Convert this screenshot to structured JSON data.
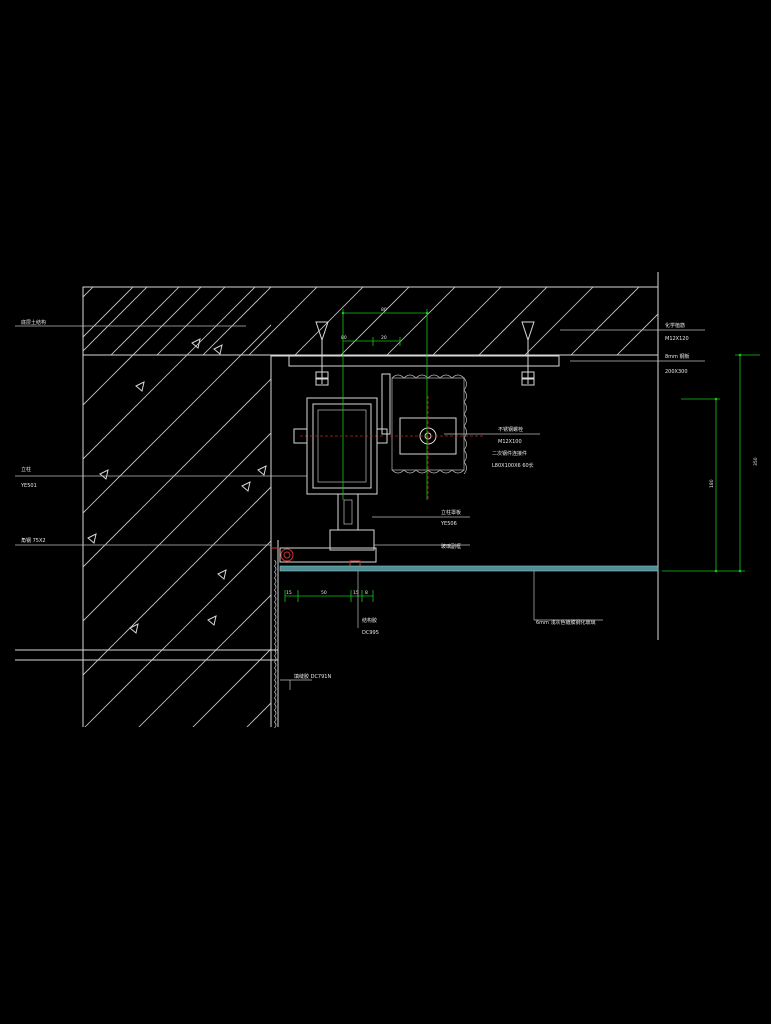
{
  "annotations": {
    "chemical_anchor": "化学植筋",
    "chemical_anchor_spec": "M12X120",
    "steel_plate": "8mm  钢板",
    "steel_plate_spec": "200X300",
    "top_left_note": "底层土结构",
    "column_label": "立柱",
    "column_code": "YE501",
    "angle_label": "角钢  75X2",
    "bolt_label": "不锈钢螺栓",
    "bolt_spec": "M12X100",
    "bracket_label": "二次钢件连接件",
    "bracket_spec": "L80X100X6  60长",
    "column_cover_label": "立柱罩板",
    "column_cover_code": "YE506",
    "glass_frame_label": "玻璃副框",
    "sealant_label": "结构胶",
    "sealant_code": "DC995",
    "weather_seal_label": "填缝胶  DC791N",
    "glass_label": "6mm  浅灰色镀膜钢化玻璃"
  },
  "dimensions": {
    "top_overall": "80",
    "top_left": "80",
    "top_right": "20",
    "right_outer": "350",
    "right_inner": "180",
    "bottom_a": "15",
    "bottom_b": "50",
    "bottom_c": "15",
    "bottom_d": "8"
  },
  "colors": {
    "background": "#000000",
    "lines": "#d8d8d8",
    "dimension": "#17c317",
    "glass": "#4f8f95",
    "seal": "#d03030"
  }
}
